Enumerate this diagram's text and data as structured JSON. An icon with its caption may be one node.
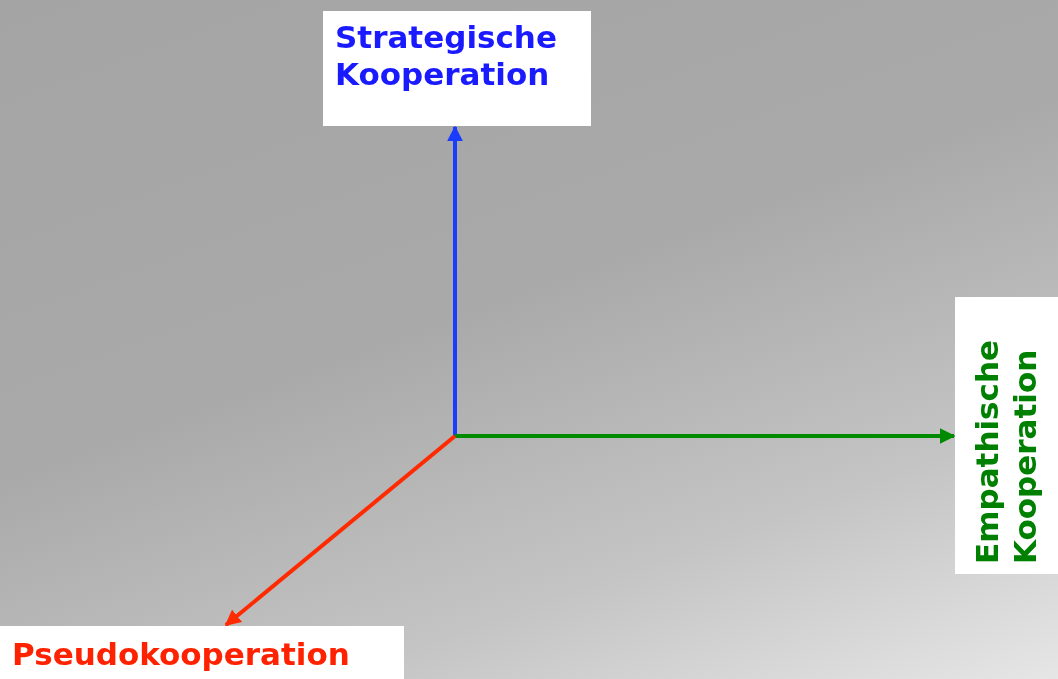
{
  "diagram": {
    "nodes": [
      {
        "text": [
          "Strategische Kooperation"
        ]
      },
      {
        "text": [
          "Empathische Kooperation"
        ]
      },
      {
        "text": [
          "Pseudokooperation"
        ]
      }
    ],
    "edges": [
      {
        "from": null,
        "to": 0,
        "arrow": "to",
        "color": "#1a3cff"
      },
      {
        "from": null,
        "to": 1,
        "arrow": "to",
        "color": "#008a00"
      },
      {
        "from": null,
        "to": 2,
        "arrow": "to",
        "color": "#ff2a00"
      }
    ]
  }
}
